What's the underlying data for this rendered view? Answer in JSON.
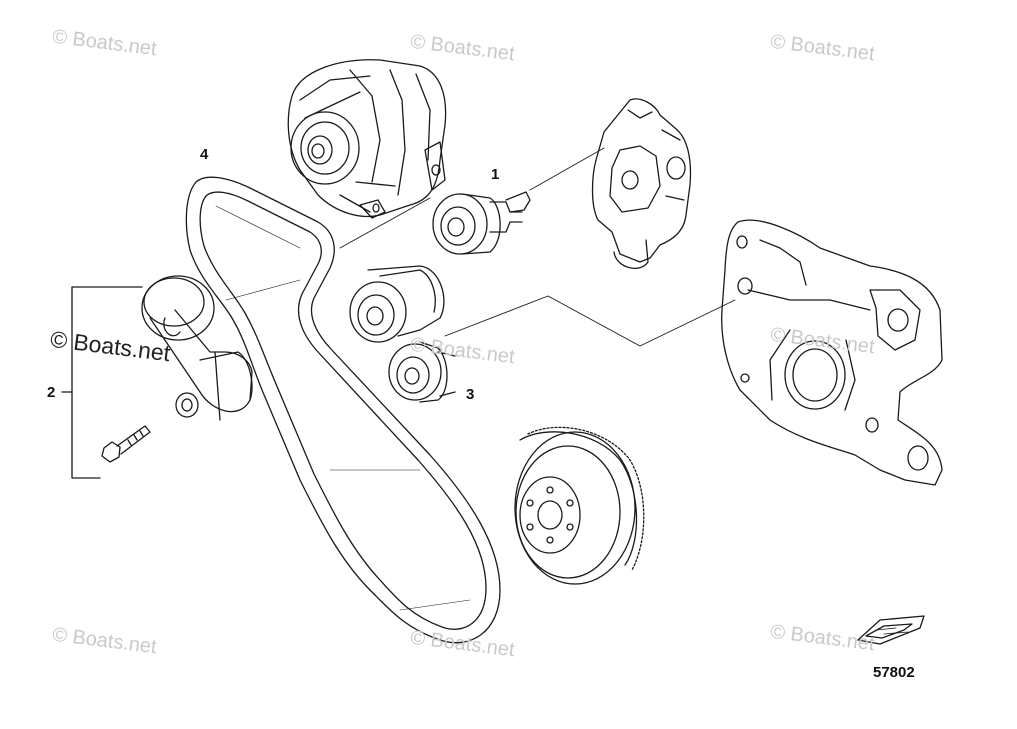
{
  "diagram": {
    "callouts": [
      {
        "id": "1",
        "label": "1"
      },
      {
        "id": "2",
        "label": "2"
      },
      {
        "id": "3",
        "label": "3"
      },
      {
        "id": "4",
        "label": "4"
      }
    ],
    "figure_number": "57802",
    "watermark": "© Boats.net"
  },
  "colors": {
    "ink": "#1a1a1a",
    "watermark": "#c9c9c9",
    "background": "#ffffff"
  },
  "icons": [
    "alternator",
    "idler-pulley",
    "belt-tensioner",
    "bolt",
    "serpentine-belt",
    "crankshaft-damper",
    "front-engine-cover",
    "bracket",
    "orientation-boat-icon"
  ]
}
